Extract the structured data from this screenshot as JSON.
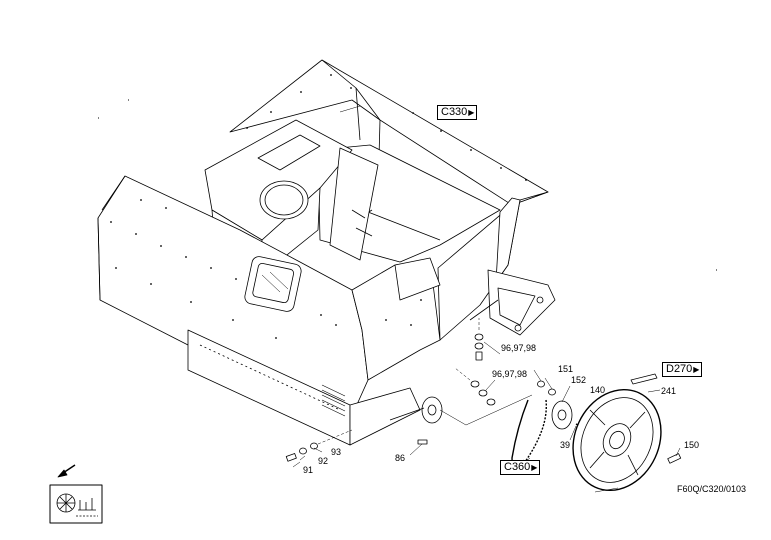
{
  "figure_code": "F60Q/C320/0103",
  "cross_references": [
    {
      "id": "c330",
      "label": "C330"
    },
    {
      "id": "d270",
      "label": "D270"
    },
    {
      "id": "c360",
      "label": "C360"
    }
  ],
  "part_numbers": {
    "p151": "151",
    "p152": "152",
    "p140": "140",
    "p241": "241",
    "p150": "150",
    "p39": "39",
    "p96a": "96,97,98",
    "p96b": "96,97,98",
    "p93": "93",
    "p92": "92",
    "p91": "91",
    "p86": "86"
  },
  "icons": {
    "corner_arrow": "direction-arrow-icon",
    "machine_symbol": "machine-symbol-icon"
  },
  "colors": {
    "line": "#000000",
    "background": "#ffffff"
  }
}
